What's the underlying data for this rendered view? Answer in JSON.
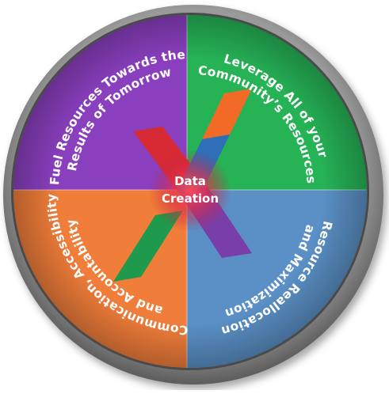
{
  "center": {
    "line1": "Data",
    "line2": "Creation"
  },
  "quadrants": {
    "top_left": {
      "line1": "Fuel Resources Towards the",
      "line2": "Results of Tomorrow",
      "color": "#8a3fbf"
    },
    "top_right": {
      "line1": "Leverage All of your",
      "line2": "Community’s Resources",
      "color": "#26b356"
    },
    "bottom_left": {
      "line1": "Communication, Accessibility",
      "line2": "and Accountability",
      "color": "#f07d3a"
    },
    "bottom_right": {
      "line1": "Resource Reallocation",
      "line2": "and Maximization",
      "color": "#5a90c6"
    }
  },
  "colors": {
    "ring_outer": "#6f6f6f",
    "ring_inner": "#8a8a8a",
    "x_red": "#d72a35",
    "x_green": "#1f9a4c",
    "x_orange": "#f26b26",
    "x_blue": "#2e6fb7",
    "x_purple": "#7a3ea8"
  }
}
